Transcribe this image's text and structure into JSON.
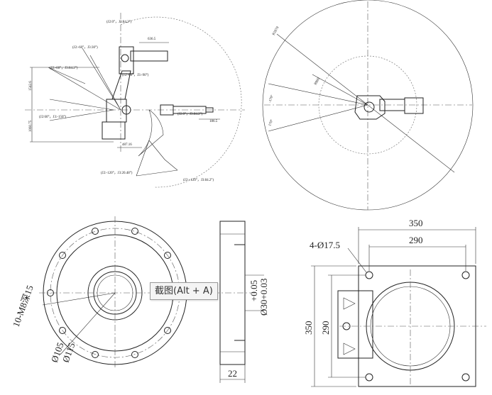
{
  "tooltip": {
    "label": "截图(Alt + A)"
  },
  "side_view": {
    "annotations": [
      "(J2:0°，J3:84.2°)",
      "(J2:-60°，J3:30°)",
      "(J2:-60°，J3:84.2°)",
      "(J2:-60°，J3:-90°)",
      "(J2:60°，J3:-150°)",
      "(J2:0°，J3:84.2°)",
      "(J2:-120°，J3:20.48°)",
      "(J2:+120°，J3:84.2°)"
    ],
    "dims": [
      "636.5",
      "186.5",
      "1542.6",
      "1060.75",
      "487.16"
    ]
  },
  "top_view": {
    "labels": [
      "R1870",
      "R869",
      "-170°",
      "170°"
    ]
  },
  "flange": {
    "labels": {
      "holes": "10-M8深15",
      "d105": "Ø105",
      "d115": "Ø115",
      "tol1": "+0.05",
      "tol2": "Ø30+0.03",
      "thickness": "22"
    }
  },
  "base": {
    "labels": {
      "holes": "4-Ø17.5",
      "w350": "350",
      "w290": "290",
      "h350": "350",
      "h290": "290"
    }
  }
}
